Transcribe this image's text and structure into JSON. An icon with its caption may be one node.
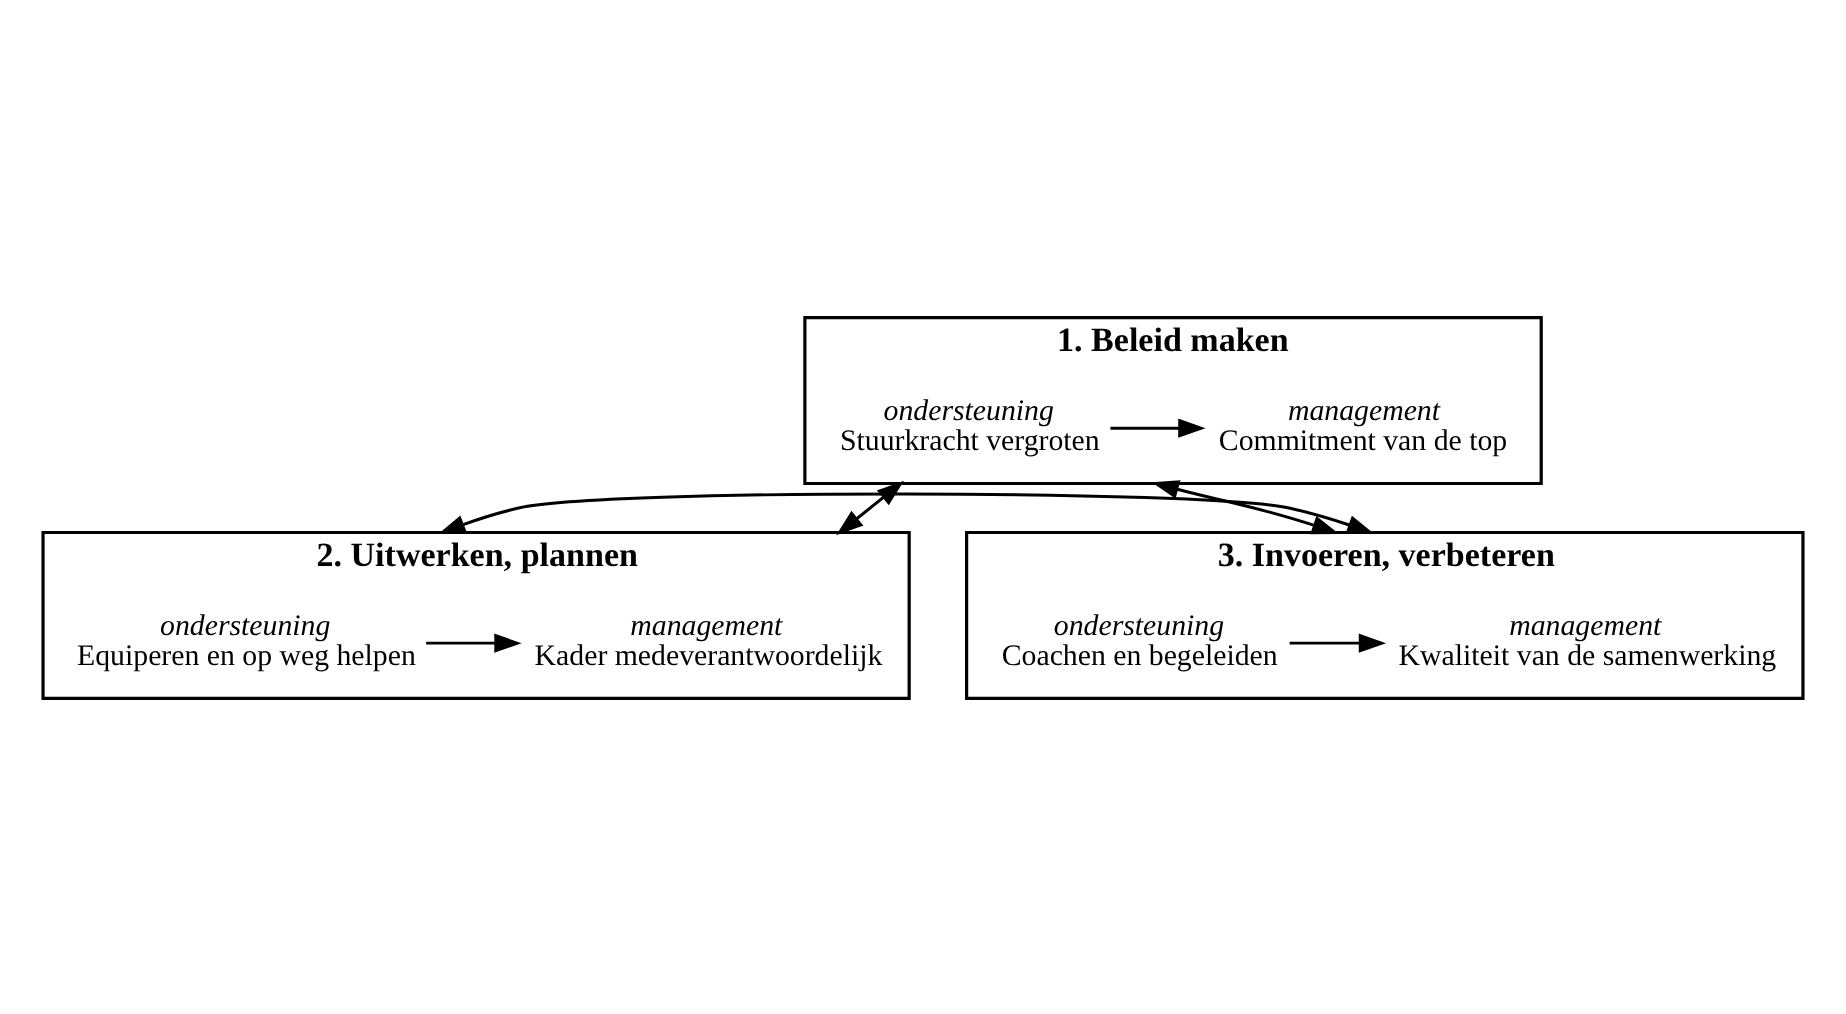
{
  "diagram": {
    "nodes": [
      {
        "text": [
          "1. Beleid maken"
        ]
      },
      {
        "text": [
          "management",
          "Commitment van de top"
        ],
        "in": 0
      },
      {
        "text": [
          "ondersteuning",
          "Stuurkracht vergroten"
        ],
        "in": 0
      },
      {
        "text": [
          "2. Uitwerken, plannen"
        ]
      },
      {
        "text": [
          "management",
          "Kader medeverantwoordelijk"
        ],
        "in": 3
      },
      {
        "text": [
          "ondersteuning",
          "Equiperen en op weg helpen"
        ],
        "in": 3
      },
      {
        "text": [
          "3. Invoeren, verbeteren"
        ]
      },
      {
        "text": [
          "management",
          "Kwaliteit van de samenwerking"
        ],
        "in": 6
      },
      {
        "text": [
          "ondersteuning",
          "Coachen en begeleiden"
        ],
        "in": 6
      }
    ],
    "edges": [
      {
        "from": 2,
        "to": 1,
        "arrow": "to"
      },
      {
        "from": 5,
        "to": 4,
        "arrow": "to"
      },
      {
        "from": 8,
        "to": 7,
        "arrow": "to"
      },
      {
        "from": 0,
        "to": 3,
        "arrow": "both"
      },
      {
        "from": 0,
        "to": 6,
        "arrow": "both"
      },
      {
        "from": 3,
        "to": 6,
        "arrow": "both"
      }
    ]
  }
}
